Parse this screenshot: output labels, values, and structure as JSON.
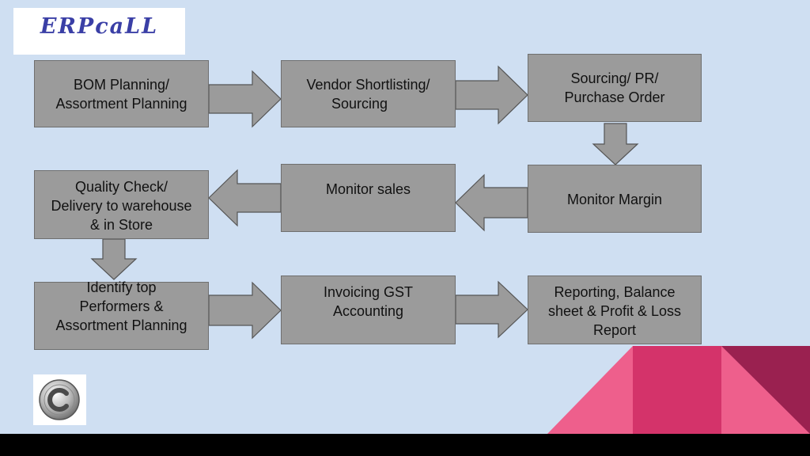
{
  "logo": {
    "text": "ERPcaLL"
  },
  "steps": [
    {
      "id": "bom",
      "lines": [
        "BOM Planning/",
        "Assortment Planning"
      ]
    },
    {
      "id": "vendor",
      "lines": [
        "Vendor Shortlisting/",
        "Sourcing"
      ]
    },
    {
      "id": "sourcing",
      "lines": [
        "Sourcing/ PR/",
        "Purchase Order"
      ]
    },
    {
      "id": "monitor-margin",
      "lines": [
        "Monitor Margin"
      ]
    },
    {
      "id": "monitor-sales",
      "lines": [
        "Monitor sales"
      ]
    },
    {
      "id": "quality",
      "lines": [
        "Quality Check/",
        "Delivery to warehouse",
        "& in Store"
      ]
    },
    {
      "id": "identify",
      "lines": [
        "Identify top",
        "Performers &",
        "Assortment Planning"
      ]
    },
    {
      "id": "invoicing",
      "lines": [
        "Invoicing GST",
        "Accounting"
      ]
    },
    {
      "id": "reporting",
      "lines": [
        "Reporting, Balance",
        "sheet & Profit & Loss",
        "Report"
      ]
    }
  ],
  "colors": {
    "background": "#cfdff2",
    "box_fill": "#9b9b9b",
    "box_border": "#6f6f6f",
    "logo_text": "#3a3fa6",
    "decor_pink": "#ee5f8c",
    "decor_magenta": "#d4336a",
    "decor_dark": "#9a2150",
    "bottom_bar": "#000000"
  },
  "icons": [
    "copyright-icon"
  ]
}
